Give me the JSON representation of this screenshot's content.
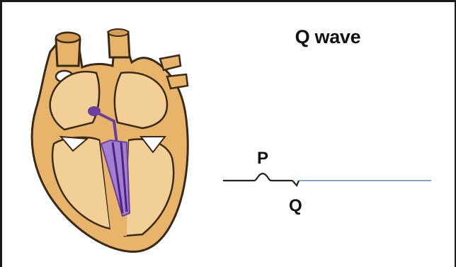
{
  "diagram": {
    "title": "Q wave",
    "labels": {
      "p_wave": "P",
      "q_wave": "Q"
    },
    "colors": {
      "trace_recorded": "#222222",
      "trace_pending": "#5b86c6",
      "heart_outer": "#e8b46a",
      "heart_inner": "#f2cf94",
      "heart_outline": "#3a2a1a",
      "conduction_system": "#6a3fa0",
      "conduction_fill": "#a27fd0"
    }
  }
}
